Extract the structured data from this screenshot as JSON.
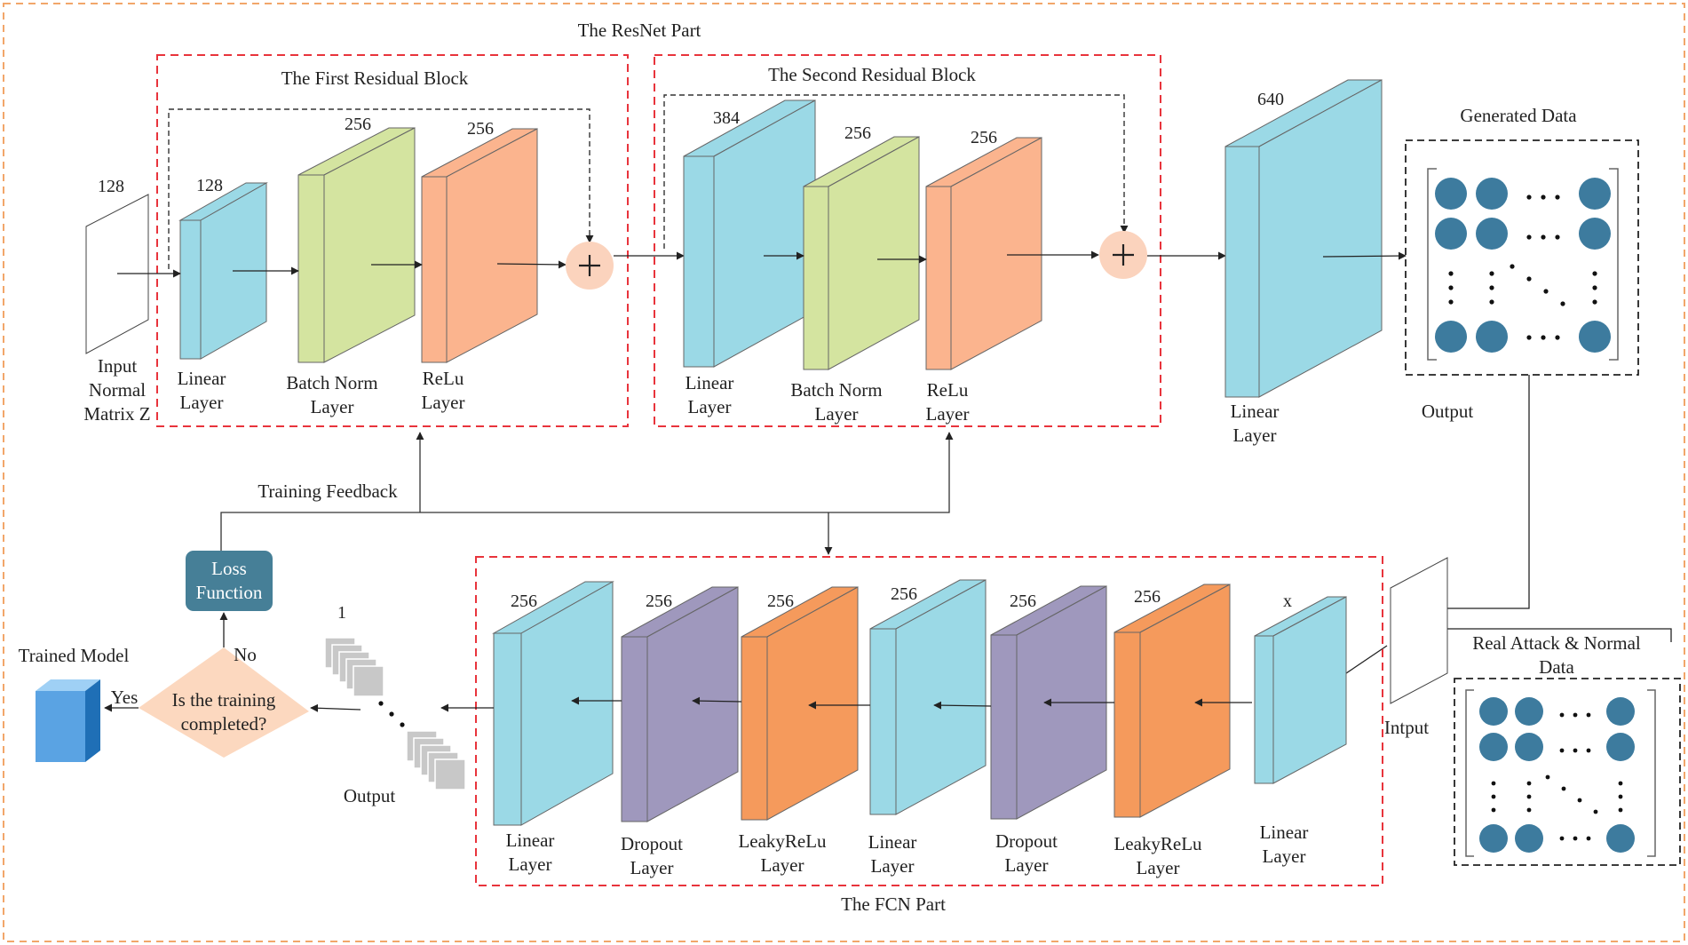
{
  "colors": {
    "outer_border": "#f2a66a",
    "section_border": "#e8343c",
    "linear": "#9bd9e6",
    "batchnorm": "#d4e4a0",
    "relu": "#fbb48e",
    "dropout": "#9f98bd",
    "leakyrelu": "#f59a5c",
    "plus_circle": "#fbd3bd",
    "dot": "#3d7b9e",
    "loss": "#467f97",
    "decision": "#fcd8bf",
    "trained_model": "#3d8fd1",
    "stack_card": "#c8c8c8"
  },
  "resnet": {
    "title": "The ResNet Part",
    "block1": {
      "title": "The First Residual Block",
      "input_label_num": "128",
      "input_label": [
        "Input",
        "Normal",
        "Matrix Z"
      ],
      "layers": [
        {
          "size": "128",
          "label": [
            "Linear",
            "Layer"
          ],
          "kind": "linear"
        },
        {
          "size": "256",
          "label": [
            "Batch Norm",
            "Layer"
          ],
          "kind": "batchnorm"
        },
        {
          "size": "256",
          "label": [
            "ReLu",
            "Layer"
          ],
          "kind": "relu"
        }
      ]
    },
    "block2": {
      "title": "The Second Residual Block",
      "layers": [
        {
          "size": "384",
          "label": [
            "Linear",
            "Layer"
          ],
          "kind": "linear"
        },
        {
          "size": "256",
          "label": [
            "Batch Norm",
            "Layer"
          ],
          "kind": "batchnorm"
        },
        {
          "size": "256",
          "label": [
            "ReLu",
            "Layer"
          ],
          "kind": "relu"
        }
      ]
    },
    "final_layer": {
      "size": "640",
      "label": [
        "Linear",
        "Layer"
      ],
      "kind": "linear"
    },
    "generated": {
      "title": "Generated Data",
      "output_label": "Output"
    }
  },
  "fcn": {
    "title": "The FCN Part",
    "input_label": "Intput",
    "real_data_label": [
      "Real  Attack & Normal",
      "Data"
    ],
    "output_num": "1",
    "output_label": "Output",
    "layers": [
      {
        "size": "256",
        "label": [
          "Linear",
          "Layer"
        ],
        "kind": "linear"
      },
      {
        "size": "256",
        "label": [
          "Dropout",
          "Layer"
        ],
        "kind": "dropout"
      },
      {
        "size": "256",
        "label": [
          "LeakyReLu",
          "Layer"
        ],
        "kind": "leakyrelu"
      },
      {
        "size": "256",
        "label": [
          "Linear",
          "Layer"
        ],
        "kind": "linear"
      },
      {
        "size": "256",
        "label": [
          "Dropout",
          "Layer"
        ],
        "kind": "dropout"
      },
      {
        "size": "256",
        "label": [
          "LeakyReLu",
          "Layer"
        ],
        "kind": "leakyrelu"
      },
      {
        "size": "x",
        "label": [
          "Linear",
          "Layer"
        ],
        "kind": "linear"
      }
    ]
  },
  "feedback": {
    "label": "Training Feedback"
  },
  "loss": {
    "label": [
      "Loss",
      "Function"
    ]
  },
  "decision": {
    "label": [
      "Is the training",
      "completed?"
    ],
    "no_label": "No",
    "yes_label": "Yes"
  },
  "trained_model": {
    "label": "Trained Model"
  },
  "icons": {
    "plus": "plus-icon",
    "trained_model": "cube-icon",
    "data_dot": "circle-icon"
  }
}
